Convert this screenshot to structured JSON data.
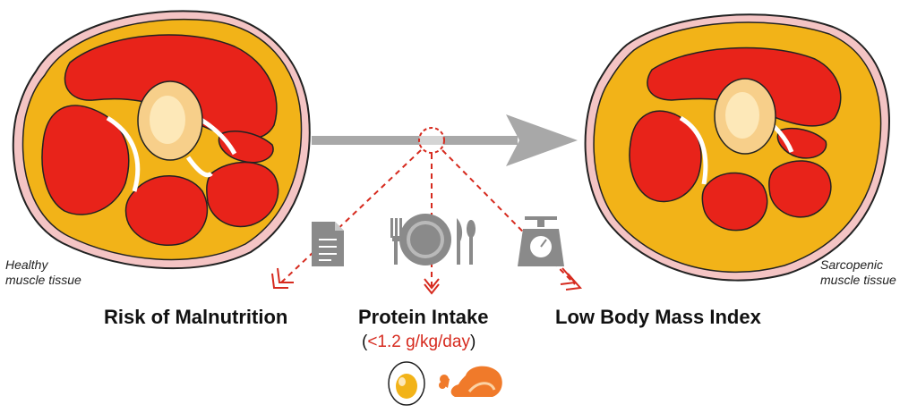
{
  "left_panel": {
    "caption_line1": "Healthy",
    "caption_line2": "muscle tissue"
  },
  "right_panel": {
    "caption_line1": "Sarcopenic",
    "caption_line2": "muscle tissue"
  },
  "factors": [
    {
      "label": "Risk of Malnutrition",
      "icon": "document-icon"
    },
    {
      "label": "Protein Intake",
      "icon": "plate-cutlery-icon",
      "detail_open": "(",
      "detail_value": "<1.2 g/kg/day",
      "detail_close": ")"
    },
    {
      "label": "Low Body Mass Index",
      "icon": "scale-icon"
    }
  ],
  "food_icons": [
    "egg-icon",
    "chicken-icon"
  ],
  "colors": {
    "muscle": "#e8231a",
    "fat": "#f2b318",
    "skin": "#f4c4c4",
    "bone": "#f7cf8a",
    "marrow": "#fde8b8",
    "arrow": "#a8a8a8",
    "dash": "#d62a1e",
    "icon_gray": "#8a8a8a"
  }
}
